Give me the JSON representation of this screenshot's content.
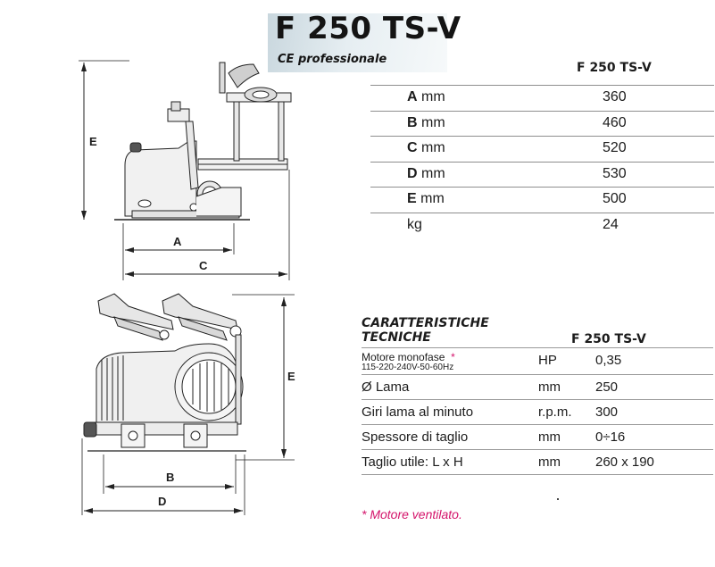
{
  "header": {
    "model": "F 250 TS-V",
    "subtitle": "CE professionale"
  },
  "dimensions": {
    "column_header": "F 250 TS-V",
    "rows": [
      {
        "letter": "A",
        "unit": "mm",
        "value": "360"
      },
      {
        "letter": "B",
        "unit": "mm",
        "value": "460"
      },
      {
        "letter": "C",
        "unit": "mm",
        "value": "520"
      },
      {
        "letter": "D",
        "unit": "mm",
        "value": "530"
      },
      {
        "letter": "E",
        "unit": "mm",
        "value": "500"
      },
      {
        "letter": "",
        "unit": "kg",
        "value": "24"
      }
    ]
  },
  "drawing_labels": {
    "side": {
      "E": "E",
      "A": "A",
      "C": "C"
    },
    "front": {
      "E": "E",
      "B": "B",
      "D": "D"
    }
  },
  "features": {
    "title_line1": "CARATTERISTICHE",
    "title_line2": "TECNICHE",
    "column_header": "F 250 TS-V",
    "motor": {
      "label": "Motore monofase",
      "star": "*",
      "voltage": "115-220-240V-50-60Hz",
      "unit": "HP",
      "value": "0,35"
    },
    "rows": [
      {
        "label": "Ø Lama",
        "unit": "mm",
        "value": "250"
      },
      {
        "label": "Giri lama al minuto",
        "unit": "r.p.m.",
        "value": "300"
      },
      {
        "label": "Spessore di taglio",
        "unit": "mm",
        "value": "0÷16"
      },
      {
        "label": "Taglio utile: L x H",
        "unit": "mm",
        "value": "260 x 190"
      }
    ],
    "footnote": "* Motore ventilato."
  }
}
